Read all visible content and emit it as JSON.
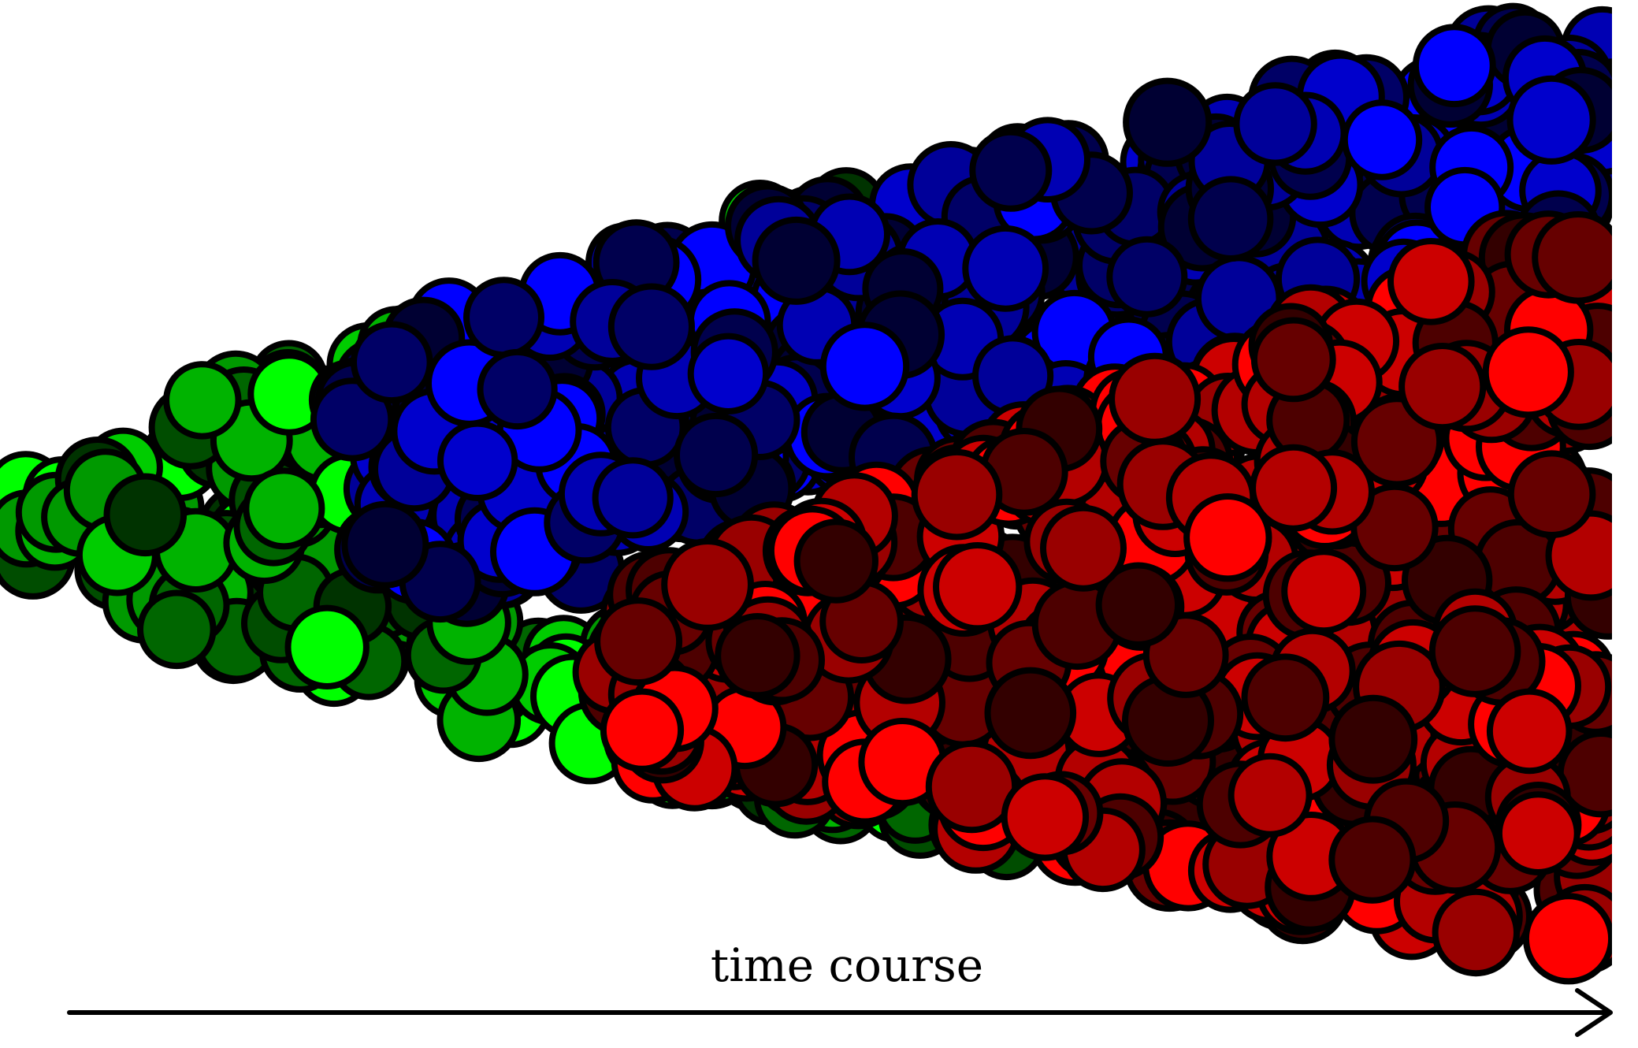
{
  "figure": {
    "axis_label": "time course",
    "populations": [
      {
        "name": "green",
        "palette": [
          "#00ff00",
          "#00cc00",
          "#009900",
          "#006600",
          "#003300",
          "#004d00",
          "#00b300"
        ]
      },
      {
        "name": "blue",
        "palette": [
          "#0000ff",
          "#0000cc",
          "#000099",
          "#000066",
          "#000033",
          "#00004d",
          "#0000b3"
        ]
      },
      {
        "name": "red",
        "palette": [
          "#ff0000",
          "#cc0000",
          "#990000",
          "#660000",
          "#330000",
          "#4d0000",
          "#b30000"
        ]
      }
    ]
  }
}
